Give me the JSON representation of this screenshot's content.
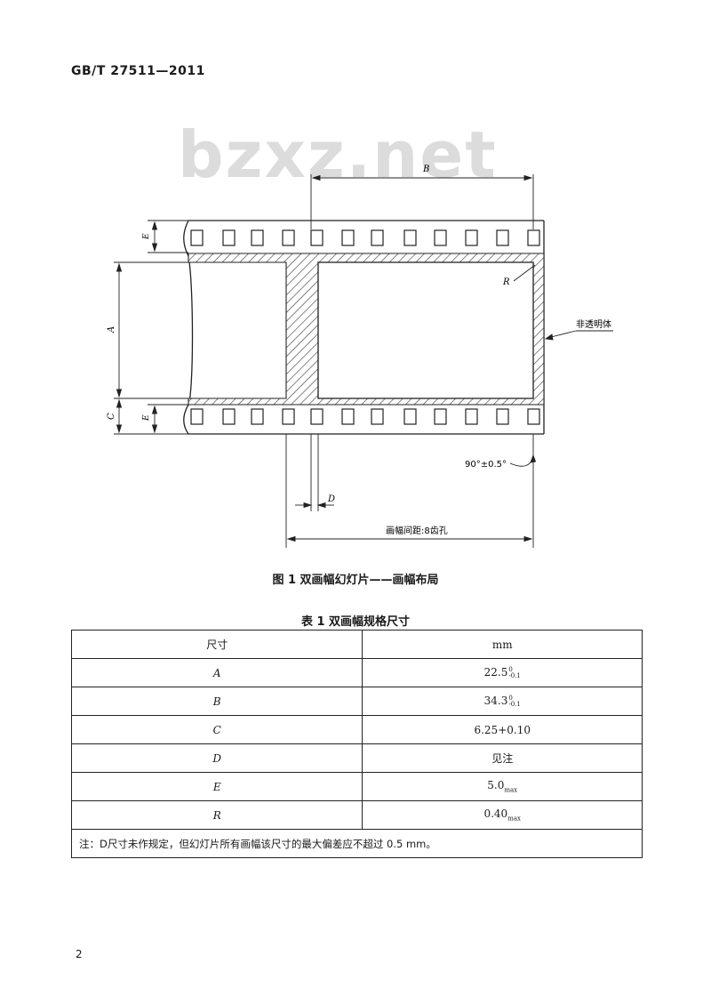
{
  "header": {
    "standard_code": "GB/T 27511—2011"
  },
  "watermark": "bzxz.net",
  "figure": {
    "labels": {
      "B": "B",
      "E_top": "E",
      "A": "A",
      "C": "C",
      "E_bottom": "E",
      "R": "R",
      "opaque": "非透明体",
      "angle": "90°±0.5°",
      "D": "D",
      "pitch": "画幅间距:8齿孔"
    },
    "caption": "图 1 双画幅幻灯片——画幅布局"
  },
  "table": {
    "caption": "表 1 双画幅规格尺寸",
    "headers": [
      "尺寸",
      "mm"
    ],
    "rows": [
      {
        "symbol": "A",
        "value": "22.5",
        "sup": "0",
        "sub": "-0.1"
      },
      {
        "symbol": "B",
        "value": "34.3",
        "sup": "0",
        "sub": "-0.1"
      },
      {
        "symbol": "C",
        "value": "6.25+0.10",
        "sup": "",
        "sub": ""
      },
      {
        "symbol": "D",
        "value": "见注",
        "sup": "",
        "sub": ""
      },
      {
        "symbol": "E",
        "value": "5.0",
        "sup": "",
        "sub": "max"
      },
      {
        "symbol": "R",
        "value": "0.40",
        "sup": "",
        "sub": "max"
      }
    ],
    "note": "注：D尺寸未作规定，但幻灯片所有画幅该尺寸的最大偏差应不超过 0.5 mm。"
  },
  "footer": {
    "page_number": "2"
  }
}
